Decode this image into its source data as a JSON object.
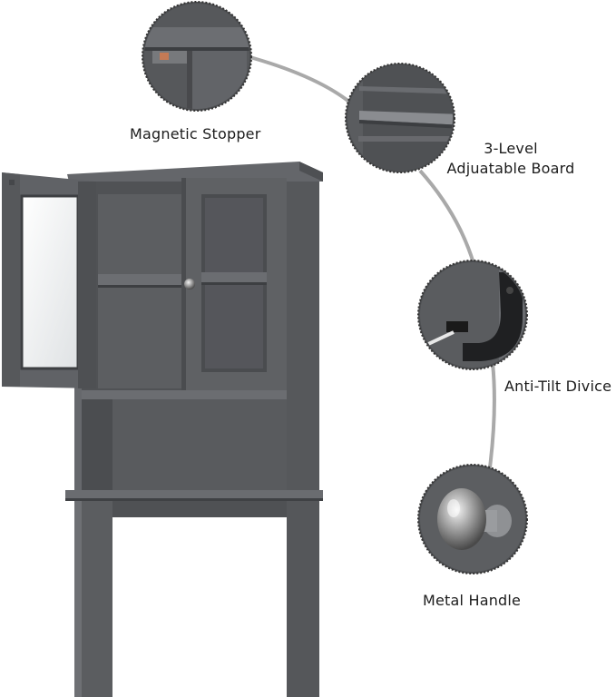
{
  "features": [
    {
      "name": "magnetic-stopper",
      "label": "Magnetic Stopper",
      "icon": "magnet-detail-icon"
    },
    {
      "name": "adjustable-board",
      "label_line1": "3-Level",
      "label_line2": "Adjuatable Board",
      "icon": "shelf-detail-icon"
    },
    {
      "name": "anti-tilt-device",
      "label": "Anti-Tilt Divice",
      "icon": "bracket-detail-icon"
    },
    {
      "name": "metal-handle",
      "label": "Metal Handle",
      "icon": "knob-detail-icon"
    }
  ],
  "colors": {
    "cabinet": "#5b5d60",
    "cabinet_dark": "#46484b",
    "cabinet_light": "#6e7074",
    "glass": "#f2f3f4",
    "connector_line": "#a9a9a9",
    "badge_bg": "#4d4f52"
  }
}
